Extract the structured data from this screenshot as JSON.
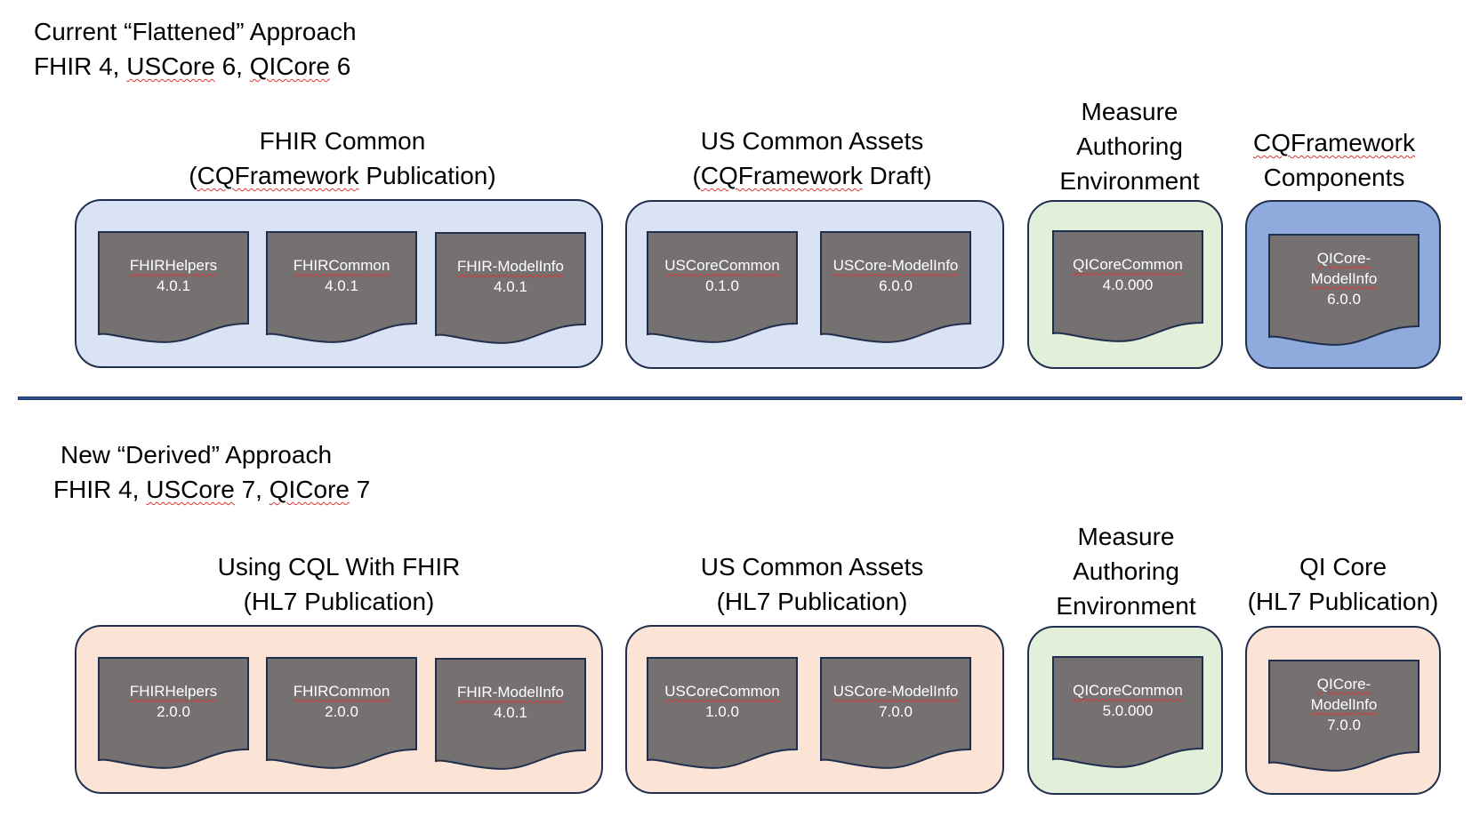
{
  "colors": {
    "blue_container": "#dae3f3",
    "dark_blue_container": "#8faadc",
    "green_container": "#e2efd9",
    "peach_container": "#fbe4d5",
    "doc_fill": "#767171",
    "border": "#1f2f4d",
    "divider": "#2e4f8a"
  },
  "top": {
    "heading": {
      "line1": "Current “Flattened” Approach",
      "line2_prefix": "FHIR 4, ",
      "line2_uscore": "USCore",
      "line2_mid": " 6, ",
      "line2_qicore": "QICore",
      "line2_suffix": " 6"
    },
    "groups": [
      {
        "label1": "FHIR Common",
        "label2_pre": "(",
        "label2_sq": "CQFramework",
        "label2_post": " Publication)",
        "docs": [
          {
            "name": "FHIRHelpers",
            "version": "4.0.1"
          },
          {
            "name": "FHIRCommon",
            "version": "4.0.1"
          },
          {
            "name": "FHIR-ModelInfo",
            "version": "4.0.1"
          }
        ]
      },
      {
        "label1": "US Common Assets",
        "label2_pre": "(",
        "label2_sq": "CQFramework",
        "label2_post": " Draft)",
        "docs": [
          {
            "name": "USCoreCommon",
            "version": "0.1.0"
          },
          {
            "name": "USCore-ModelInfo",
            "version": "6.0.0"
          }
        ]
      },
      {
        "label1": "Measure",
        "label2": "Authoring",
        "label3": "Environment",
        "docs": [
          {
            "name": "QICoreCommon",
            "version": "4.0.000"
          }
        ]
      },
      {
        "label1_sq": "CQFramework",
        "label2": "Components",
        "docs": [
          {
            "name1": "QICore-",
            "name2": "ModelInfo",
            "version": "6.0.0"
          }
        ]
      }
    ]
  },
  "bottom": {
    "heading": {
      "line1": "New “Derived” Approach",
      "line2_prefix": "FHIR 4, ",
      "line2_uscore": "USCore",
      "line2_mid": " 7, ",
      "line2_qicore": "QICore",
      "line2_suffix": " 7"
    },
    "groups": [
      {
        "label1": "Using CQL With FHIR",
        "label2": "(HL7 Publication)",
        "docs": [
          {
            "name": "FHIRHelpers",
            "version": "2.0.0"
          },
          {
            "name": "FHIRCommon",
            "version": "2.0.0"
          },
          {
            "name": "FHIR-ModelInfo",
            "version": "4.0.1"
          }
        ]
      },
      {
        "label1": "US Common Assets",
        "label2": "(HL7 Publication)",
        "docs": [
          {
            "name": "USCoreCommon",
            "version": "1.0.0"
          },
          {
            "name": "USCore-ModelInfo",
            "version": "7.0.0"
          }
        ]
      },
      {
        "label1": "Measure",
        "label2": "Authoring",
        "label3": "Environment",
        "docs": [
          {
            "name": "QICoreCommon",
            "version": "5.0.000"
          }
        ]
      },
      {
        "label1": "QI Core",
        "label2": "(HL7 Publication)",
        "docs": [
          {
            "name1": "QICore-",
            "name2": "ModelInfo",
            "version": "7.0.0"
          }
        ]
      }
    ]
  }
}
